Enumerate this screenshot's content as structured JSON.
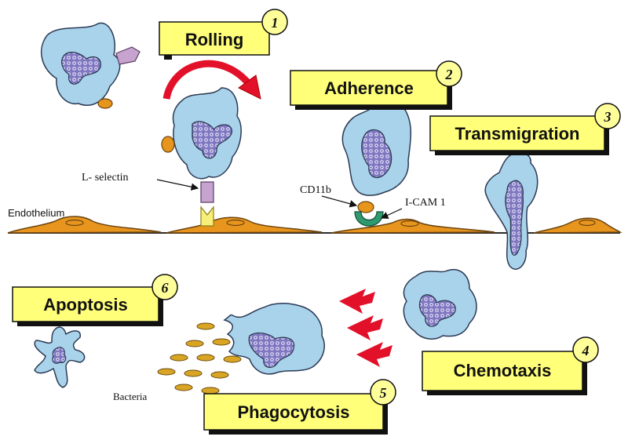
{
  "colors": {
    "cell_fill": "#a9d3ea",
    "cell_stroke": "#2b3a55",
    "nucleus_fill": "#7f78c0",
    "label_box": "#ffff7a",
    "number_circle": "#ffff9a",
    "endothelium": "#e8951e",
    "arrow_red": "#e3102a",
    "receptor_purple": "#c7a3cf",
    "ligand_yellow": "#f8ee7a",
    "icam_green": "#2f9a70"
  },
  "steps": [
    {
      "id": "rolling",
      "number": "1",
      "label": "Rolling"
    },
    {
      "id": "adherence",
      "number": "2",
      "label": "Adherence"
    },
    {
      "id": "transmigration",
      "number": "3",
      "label": "Transmigration"
    },
    {
      "id": "chemotaxis",
      "number": "4",
      "label": "Chemotaxis"
    },
    {
      "id": "phagocytosis",
      "number": "5",
      "label": "Phagocytosis"
    },
    {
      "id": "apoptosis",
      "number": "6",
      "label": "Apoptosis"
    }
  ],
  "labels": {
    "endothelium": "Endothelium",
    "l_selectin": "L- selectin",
    "cd11b": "CD11b",
    "icam1": "I-CAM 1",
    "bacteria": "Bacteria"
  }
}
